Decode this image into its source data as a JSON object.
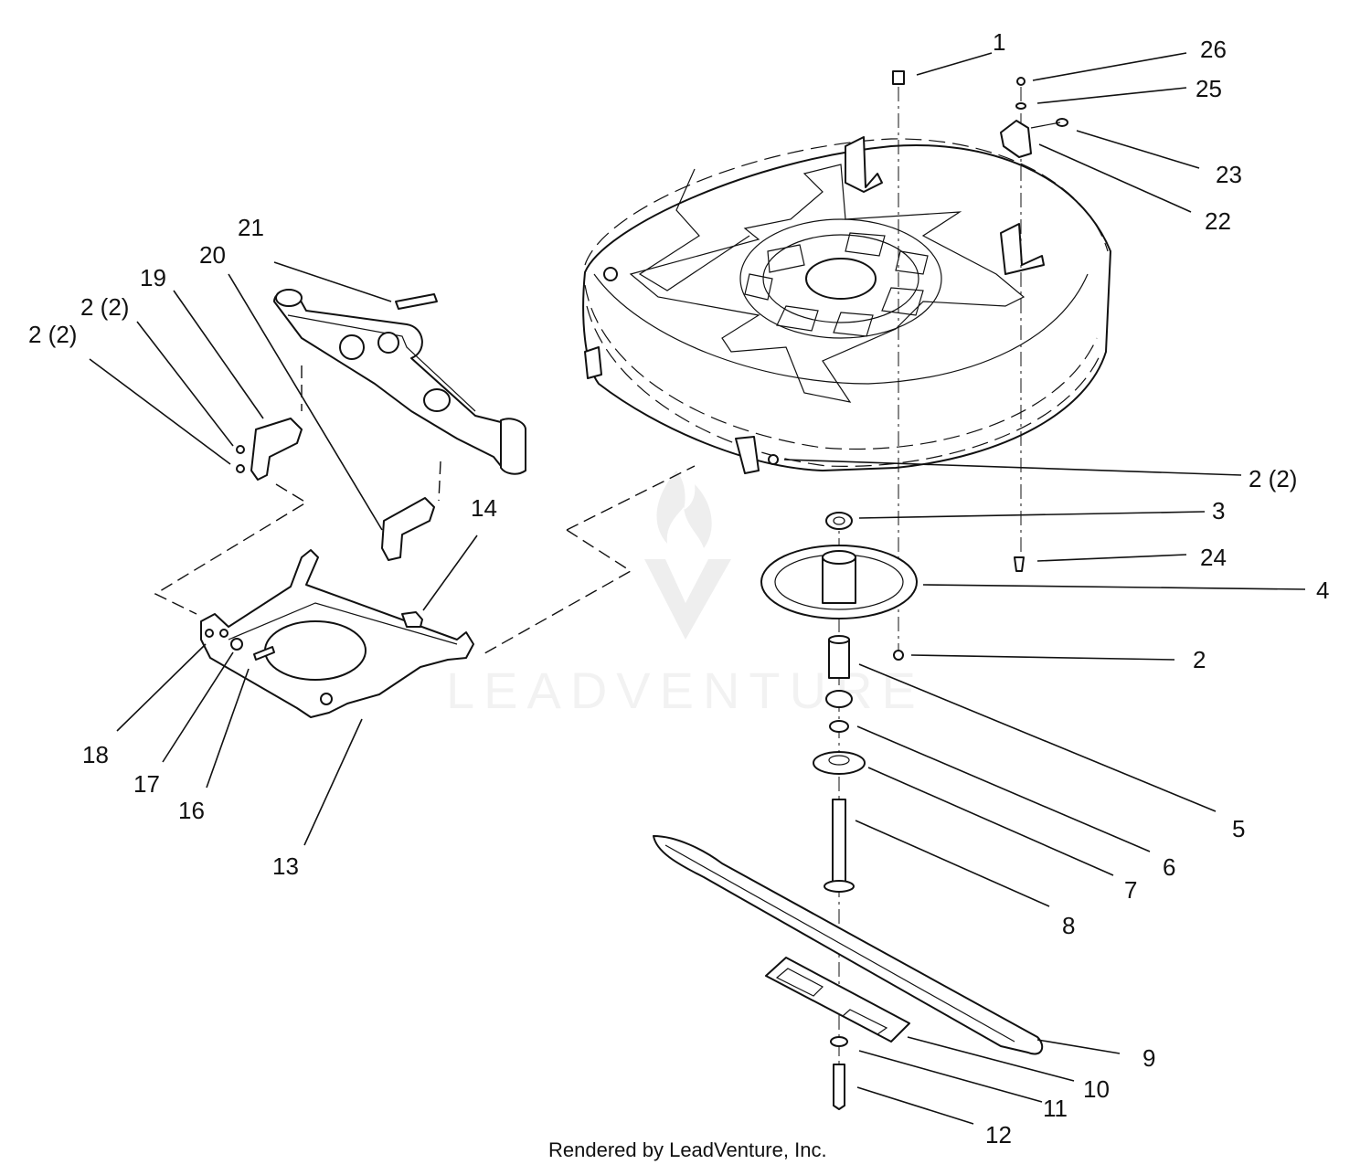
{
  "callouts": [
    {
      "id": "c1",
      "label": "1"
    },
    {
      "id": "c26",
      "label": "26"
    },
    {
      "id": "c25",
      "label": "25"
    },
    {
      "id": "c23",
      "label": "23"
    },
    {
      "id": "c22",
      "label": "22"
    },
    {
      "id": "c21",
      "label": "21"
    },
    {
      "id": "c20",
      "label": "20"
    },
    {
      "id": "c19",
      "label": "19"
    },
    {
      "id": "c2a",
      "label": "2 (2)"
    },
    {
      "id": "c2b",
      "label": "2 (2)"
    },
    {
      "id": "c2c",
      "label": "2 (2)"
    },
    {
      "id": "c3",
      "label": "3"
    },
    {
      "id": "c24",
      "label": "24"
    },
    {
      "id": "c4",
      "label": "4"
    },
    {
      "id": "c14",
      "label": "14"
    },
    {
      "id": "c2d",
      "label": "2"
    },
    {
      "id": "c5",
      "label": "5"
    },
    {
      "id": "c18",
      "label": "18"
    },
    {
      "id": "c6",
      "label": "6"
    },
    {
      "id": "c17",
      "label": "17"
    },
    {
      "id": "c16",
      "label": "16"
    },
    {
      "id": "c7",
      "label": "7"
    },
    {
      "id": "c13",
      "label": "13"
    },
    {
      "id": "c8",
      "label": "8"
    },
    {
      "id": "c9",
      "label": "9"
    },
    {
      "id": "c10",
      "label": "10"
    },
    {
      "id": "c11",
      "label": "11"
    },
    {
      "id": "c12",
      "label": "12"
    }
  ],
  "watermark": "LEADVENTURE",
  "footer": "Rendered by LeadVenture, Inc."
}
